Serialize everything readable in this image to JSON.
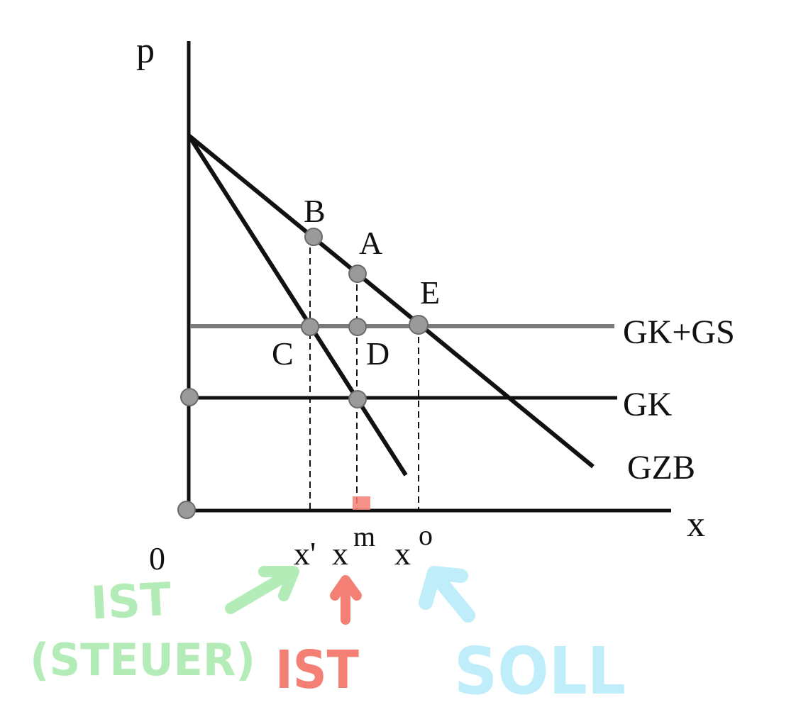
{
  "axes": {
    "y_label": "p",
    "x_label": "x",
    "origin_label": "0"
  },
  "points": {
    "A": "A",
    "B": "B",
    "C": "C",
    "D": "D",
    "E": "E"
  },
  "curves": {
    "gk_gs": "GK+GS",
    "gk": "GK",
    "gzb": "GZB"
  },
  "x_ticks": {
    "x_prime": "x'",
    "x_m": "x",
    "x_m_sup": "m",
    "x_o": "x",
    "x_o_sup": "o"
  },
  "annotations": {
    "green_line1": "IST",
    "green_line2": "(STEUER)",
    "red_label": "IST",
    "blue_label": "SOLL"
  },
  "colors": {
    "axis": "#111111",
    "gk_gs_line": "#7a7a7a",
    "point_fill": "#9a9a9a",
    "green": "#b4ecb8",
    "red": "#f47f74",
    "blue": "#bfeefa"
  }
}
